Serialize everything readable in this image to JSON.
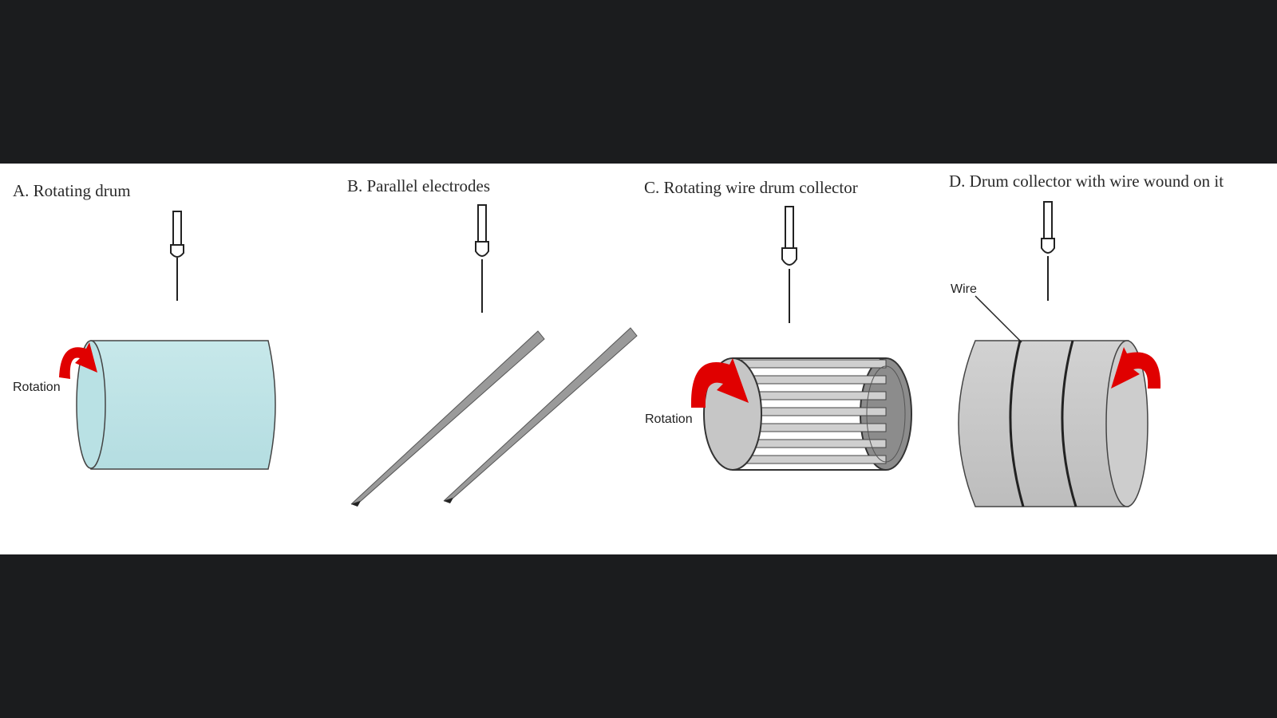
{
  "panels": {
    "a": {
      "title": "A. Rotating drum",
      "rotation_label": "Rotation"
    },
    "b": {
      "title": "B. Parallel electrodes"
    },
    "c": {
      "title": "C. Rotating wire drum collector",
      "rotation_label": "Rotation"
    },
    "d": {
      "title": "D. Drum collector with wire wound on it",
      "wire_label": "Wire"
    }
  },
  "colors": {
    "background": "#1b1c1e",
    "figure_bg": "#ffffff",
    "drum_light_blue": "#bfe3e6",
    "drum_grey": "#c8c8c8",
    "electrode_grey": "#9a9a9a",
    "arrow_red": "#e00000",
    "outline": "#333333"
  }
}
